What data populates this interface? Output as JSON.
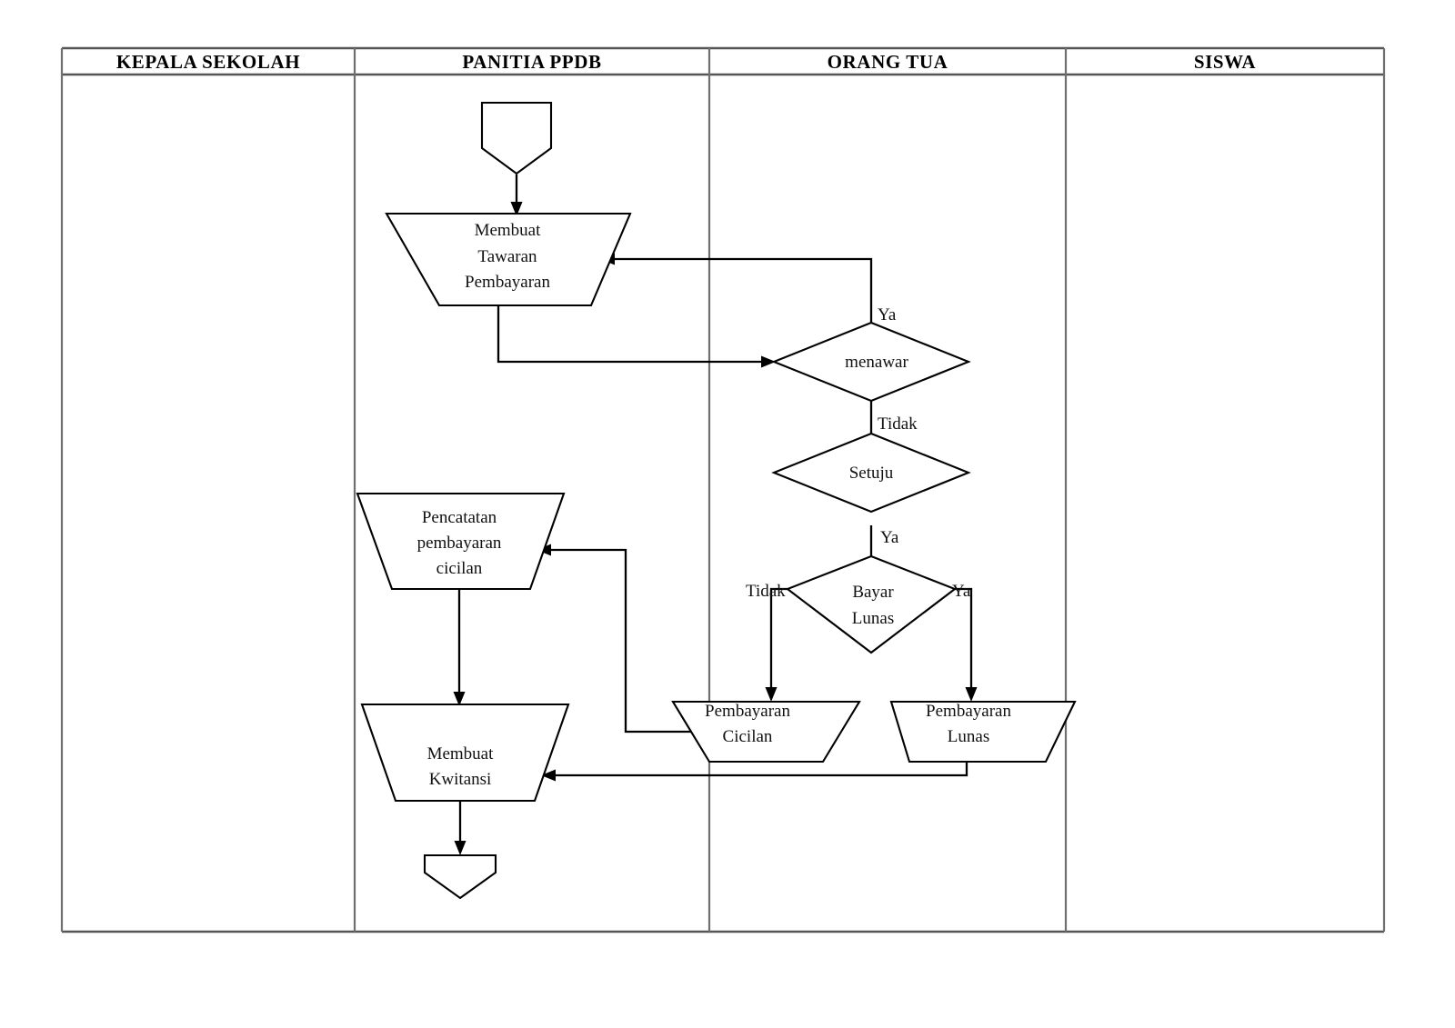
{
  "document": {
    "title": "Flowchart Pembayaran PPDB",
    "type": "cross-functional swimlane flowchart"
  },
  "swimlanes": {
    "columns": [
      {
        "id": "kepala-sekolah",
        "label": "KEPALA SEKOLAH"
      },
      {
        "id": "panitia-ppdb",
        "label": "PANITIA PPDB"
      },
      {
        "id": "orang-tua",
        "label": "ORANG TUA"
      },
      {
        "id": "siswa",
        "label": "SISWA"
      }
    ]
  },
  "nodes": [
    {
      "id": "start",
      "lane": "panitia-ppdb",
      "shape": "terminator",
      "label": ""
    },
    {
      "id": "membuat-tawaran",
      "lane": "panitia-ppdb",
      "shape": "trapezoid",
      "label_lines": [
        "Membuat",
        "Tawaran",
        "Pembayaran"
      ]
    },
    {
      "id": "menawar",
      "lane": "orang-tua",
      "shape": "decision",
      "label_lines": [
        "menawar"
      ]
    },
    {
      "id": "setuju",
      "lane": "orang-tua",
      "shape": "decision",
      "label_lines": [
        "Setuju"
      ]
    },
    {
      "id": "bayar-lunas",
      "lane": "orang-tua",
      "shape": "decision",
      "label_lines": [
        "Bayar",
        "Lunas"
      ]
    },
    {
      "id": "pembayaran-cicilan",
      "lane": "orang-tua",
      "shape": "trapezoid",
      "label_lines": [
        "Pembayaran",
        "Cicilan"
      ]
    },
    {
      "id": "pembayaran-lunas",
      "lane": "orang-tua",
      "shape": "trapezoid",
      "label_lines": [
        "Pembayaran",
        "Lunas"
      ]
    },
    {
      "id": "pencatatan-cicilan",
      "lane": "panitia-ppdb",
      "shape": "trapezoid",
      "label_lines": [
        "Pencatatan",
        "pembayaran",
        "cicilan"
      ]
    },
    {
      "id": "membuat-kwitansi",
      "lane": "panitia-ppdb",
      "shape": "trapezoid",
      "label_lines": [
        "Membuat",
        "Kwitansi"
      ]
    },
    {
      "id": "end",
      "lane": "panitia-ppdb",
      "shape": "terminator",
      "label": ""
    }
  ],
  "node_text": {
    "membuat_tawaran_l1": "Membuat",
    "membuat_tawaran_l2": "Tawaran",
    "membuat_tawaran_l3": "Pembayaran",
    "menawar": "menawar",
    "setuju": "Setuju",
    "bayar_lunas_l1": "Bayar",
    "bayar_lunas_l2": "Lunas",
    "pembayaran_cicilan_l1": "Pembayaran",
    "pembayaran_cicilan_l2": "Cicilan",
    "pembayaran_lunas_l1": "Pembayaran",
    "pembayaran_lunas_l2": "Lunas",
    "pencatatan_l1": "Pencatatan",
    "pencatatan_l2": "pembayaran",
    "pencatatan_l3": "cicilan",
    "membuat_kwitansi_l1": "Membuat",
    "membuat_kwitansi_l2": "Kwitansi"
  },
  "edge_labels": {
    "menawar_ya": "Ya",
    "menawar_tidak": "Tidak",
    "setuju_ya": "Ya",
    "bayar_lunas_tidak": "Tidak",
    "bayar_lunas_ya": "Ya"
  },
  "edges": [
    {
      "from": "start",
      "to": "membuat-tawaran",
      "label": ""
    },
    {
      "from": "membuat-tawaran",
      "to": "menawar",
      "label": ""
    },
    {
      "from": "menawar",
      "to": "membuat-tawaran",
      "label": "Ya"
    },
    {
      "from": "menawar",
      "to": "setuju",
      "label": "Tidak"
    },
    {
      "from": "setuju",
      "to": "bayar-lunas",
      "label": "Ya"
    },
    {
      "from": "bayar-lunas",
      "to": "pembayaran-cicilan",
      "label": "Tidak"
    },
    {
      "from": "bayar-lunas",
      "to": "pembayaran-lunas",
      "label": "Ya"
    },
    {
      "from": "pembayaran-cicilan",
      "to": "pencatatan-cicilan",
      "label": ""
    },
    {
      "from": "pencatatan-cicilan",
      "to": "membuat-kwitansi",
      "label": ""
    },
    {
      "from": "pembayaran-lunas",
      "to": "membuat-kwitansi",
      "label": ""
    },
    {
      "from": "membuat-kwitansi",
      "to": "end",
      "label": ""
    }
  ],
  "colors": {
    "shape_stroke": "#000000",
    "shape_fill": "#ffffff",
    "connector": "#000000",
    "table_border": "#6f6f6f",
    "text": "#111111",
    "background": "#ffffff"
  }
}
